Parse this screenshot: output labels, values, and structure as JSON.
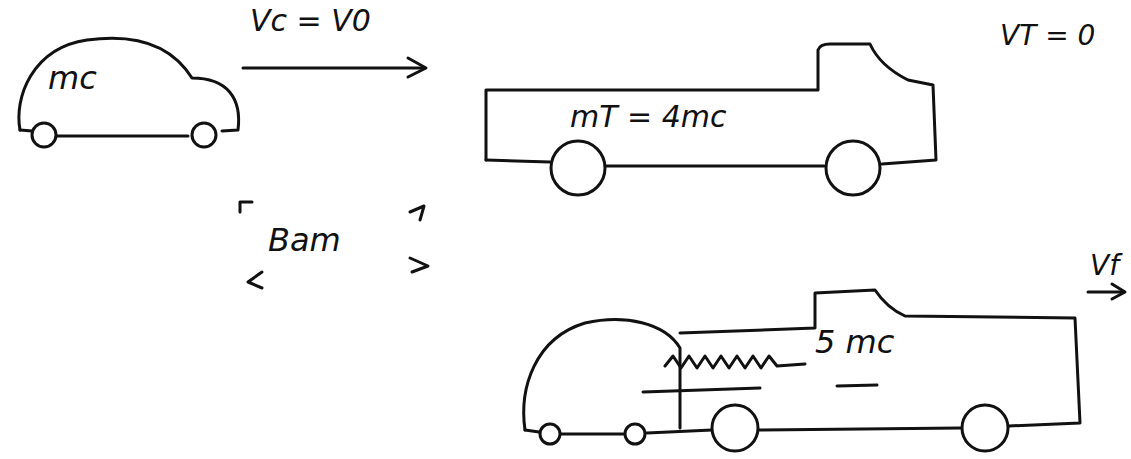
{
  "diagram": {
    "nodes": [
      {
        "text": [
          "mc"
        ]
      },
      {
        "text": [
          "mT = 4mc"
        ]
      },
      {
        "text": [
          "5 mc"
        ]
      }
    ],
    "labels": [
      "Vc = V0",
      "VT = 0",
      "Bam",
      "Vf"
    ]
  }
}
